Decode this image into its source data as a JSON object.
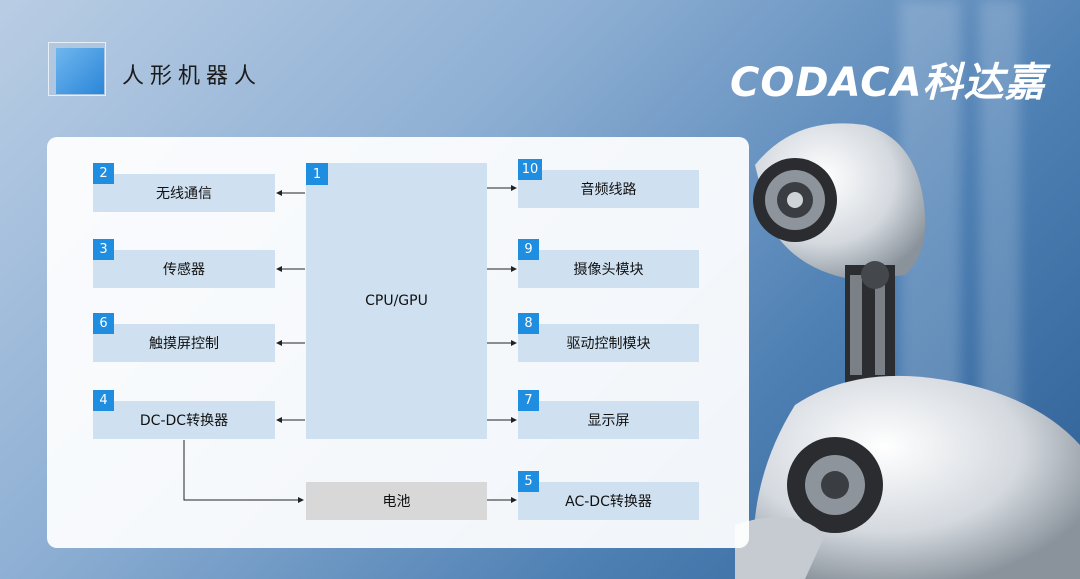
{
  "header": {
    "title": "人形机器人",
    "logo": "CODACA科达嘉"
  },
  "diagram": {
    "center": {
      "badge": "1",
      "label": "CPU/GPU"
    },
    "left": [
      {
        "badge": "2",
        "label": "无线通信"
      },
      {
        "badge": "3",
        "label": "传感器"
      },
      {
        "badge": "6",
        "label": "触摸屏控制"
      },
      {
        "badge": "4",
        "label": "DC-DC转换器"
      }
    ],
    "right": [
      {
        "badge": "10",
        "label": "音频线路"
      },
      {
        "badge": "9",
        "label": "摄像头模块"
      },
      {
        "badge": "8",
        "label": "驱动控制模块"
      },
      {
        "badge": "7",
        "label": "显示屏"
      },
      {
        "badge": "5",
        "label": "AC-DC转换器"
      }
    ],
    "battery": {
      "label": "电池"
    }
  },
  "colors": {
    "box": "#cfe0f0",
    "badge": "#1f8de0",
    "battery": "#d8d8d8",
    "panel": "#ffffff"
  }
}
